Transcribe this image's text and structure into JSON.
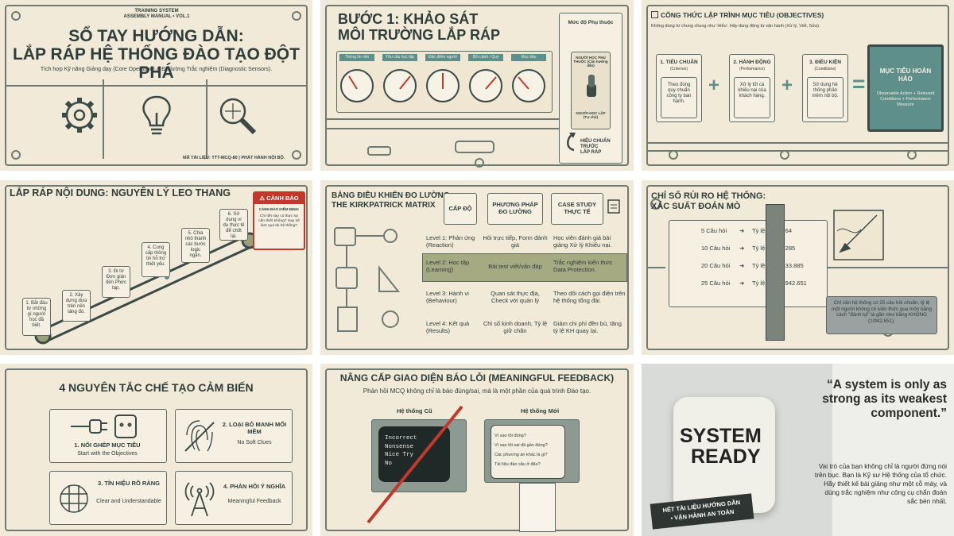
{
  "colors": {
    "paper": "#f1ead8",
    "ink": "#2f3d3b",
    "teal": "#5f8f8a",
    "olive": "#9ba07c",
    "warn": "#c0392b",
    "dark": "#3c4a47"
  },
  "p1": {
    "kicker1": "TRAINING SYSTEM",
    "kicker2": "ASSEMBLY MANUAL • VOL.1",
    "title1": "SỔ TAY HƯỚNG DẪN:",
    "title2": "LẮP RÁP HỆ THỐNG ĐÀO TẠO ĐỘT PHÁ",
    "subtitle": "Tích hợp Kỹ năng Giảng dạy (Core Operation) & Đo lường Trắc nghiệm (Diagnostic Sensors).",
    "footer": "MÃ TÀI LIỆU: TTT-MCQ-80  |  PHÁT HÀNH NỘI BỘ.",
    "icons": [
      "gear-icon",
      "lightbulb-icon",
      "magnifier-icon"
    ]
  },
  "p2": {
    "title1": "BƯỚC 1: KHẢO SÁT",
    "title2": "MÔI TRƯỜNG LẮP RÁP",
    "gauges": [
      "Thông tin nền",
      "Yêu cầu học tập",
      "Đặc điểm người học",
      "Bối cảnh / Quy trình",
      "Mục tiêu"
    ],
    "dep_title": "Mức độ Phụ thuộc",
    "switch_top": "NGƯỜI HỌC PHỤ THUỘC (Cần hướng dẫn)",
    "switch_bottom": "NGƯỜI HỌC LẬP (Tự chủ)",
    "note1": "HIỆU CHUẨN TRƯỚC",
    "note2": "LẮP RÁP"
  },
  "p3": {
    "title": "CÔNG THỨC LẬP TRÌNH MỤC TIÊU (OBJECTIVES)",
    "subtitle": "Không dùng từ chung chung như 'Hiểu'. Hãy dùng động từ vận hành (Xử lý, Viết, Sửa).",
    "items": [
      {
        "title": "1. TIÊU CHUẨN",
        "sub": "(Criterion)",
        "desc": "Theo đúng quy chuẩn công ty ban hành."
      },
      {
        "title": "2. HÀNH ĐỘNG",
        "sub": "(Performance)",
        "desc": "Xử lý tốt cá khiếu nại của khách hàng."
      },
      {
        "title": "3. ĐIỀU KIỆN",
        "sub": "(Conditions)",
        "desc": "Sử dụng hệ thống phần mềm nội bộ."
      }
    ],
    "result_title": "MỤC TIÊU HOÀN HẢO",
    "result_desc": "Observable Action + Relevant Conditions + Performance Measure",
    "plus": "+",
    "equals": "="
  },
  "p4": {
    "title": "LẮP RÁP NỘI DUNG: NGUYÊN LÝ LEO THANG",
    "warning_title": "CẢNH BÁO",
    "warning_head": "CẢNH BÁO KIỂM ĐỊNH:",
    "warning_text": "Chi tiết này có thực sự cần thiết không? Hay sẽ làm quá tải hệ thống?",
    "steps": [
      "1. Bắt đầu từ những gì người học đã biết.",
      "2. Xây dựng dựa trên nền tảng đó.",
      "3. Đi từ Đơn giản đến Phức tạp.",
      "4. Cung cấp thông tin hỗ trợ thiết yếu.",
      "5. Chia nhỏ thành các bước logic ngắn.",
      "6. Sử dụng ví dụ thực tế để chốt lại."
    ]
  },
  "p5": {
    "title1": "BẢNG ĐIỀU KHIỂN ĐO LƯỜNG:",
    "title2": "THE KIRKPATRICK MATRIX",
    "headers": [
      "CẤP ĐỘ",
      "PHƯƠNG PHÁP ĐO LƯỜNG",
      "CASE STUDY THỰC TẾ"
    ],
    "rows": [
      [
        "Level 1: Phản ứng (Reaction)",
        "Hỏi trực tiếp, Form đánh giá",
        "Học viên đánh giá bài giảng Xử lý Khiếu nại."
      ],
      [
        "Level 2: Học tập (Learning)",
        "Bài test viết/vấn đáp",
        "Trắc nghiệm kiến thức Data Protection."
      ],
      [
        "Level 3: Hành vi (Behaviour)",
        "Quan sát thực địa, Check với quản lý",
        "Theo dõi cách gọi điện trên hệ thống tổng đài."
      ],
      [
        "Level 4: Kết quả (Results)",
        "Chỉ số kinh doanh, Tỷ lệ giữ chân",
        "Giảm chi phí đền bù, tăng tỷ lệ KH quay lại."
      ]
    ]
  },
  "p6": {
    "title1": "CHỈ SỐ RỦI RO HỆ THỐNG:",
    "title2": "XÁC SUẤT ĐOÁN MÒ",
    "rows": [
      {
        "q": "5 Câu hỏi",
        "r": "Tỷ lệ: 1 trên 64"
      },
      {
        "q": "10 Câu hỏi",
        "r": "Tỷ lệ: 1 trên 285"
      },
      {
        "q": "20 Câu hỏi",
        "r": "Tỷ lệ: 1 trên 33.885"
      },
      {
        "q": "25 Câu hỏi",
        "r": "Tỷ lệ: 1 trên 942.651"
      }
    ],
    "note": "Chỉ cần hệ thống có 25 câu hỏi chuẩn, tỷ lệ một người không có kiến thức qua môn bằng cách \"đánh lụi\" là gần như bằng KHÔNG (1/942.651)."
  },
  "p7": {
    "title": "4 NGUYÊN TẮC CHẾ TẠO CẢM BIẾN",
    "items": [
      {
        "title": "1. NỐI GHÉP MỤC TIÊU",
        "sub": "Start with the Objectives",
        "icon": "plug-icon"
      },
      {
        "title": "2. LOẠI BỎ MANH MỐI MỀM",
        "sub": "No Soft Clues",
        "icon": "fingerprint-icon"
      },
      {
        "title": "3. TÍN HIỆU RÕ RÀNG",
        "sub": "Clear and Understandable",
        "icon": "grid-icon"
      },
      {
        "title": "4. PHẢN HỒI Ý NGHĨA",
        "sub": "Meaningful Feedback",
        "icon": "antenna-icon"
      }
    ]
  },
  "p8": {
    "title": "NÂNG CẤP GIAO DIỆN BÁO LỖI (MEANINGFUL FEEDBACK)",
    "subtitle": "Phản hồi MCQ không chỉ là báo đúng/sai, mà là một phần của quá trình Đào tạo.",
    "old_label": "Hệ thống Cũ",
    "new_label": "Hệ thống Mới",
    "old_lines": [
      "Incorrect",
      "Nonsense",
      "Nice Try",
      "No"
    ],
    "new_lines": [
      "Vì sao tôi đúng?",
      "Vì sao tôi sai đã gần đúng?",
      "Các phương án khác là gì?",
      "Tài liệu đào sâu ở đâu?"
    ]
  },
  "p9": {
    "system1": "SYSTEM",
    "system2": "READY",
    "badge1": "HẾT TÀI LIỆU HƯỚNG DẪN",
    "badge2": "• VẬN HÀNH AN TOÀN",
    "quote": "“A system is only as strong as its weakest component.”",
    "text": "Vai trò của bạn không chỉ là người đứng nói trên bục. Bạn là Kỹ sư Hệ thống của tổ chức. Hãy thiết kế bài giảng như một cỗ máy, và dùng trắc nghiệm như công cụ chẩn đoán sắc bén nhất."
  }
}
